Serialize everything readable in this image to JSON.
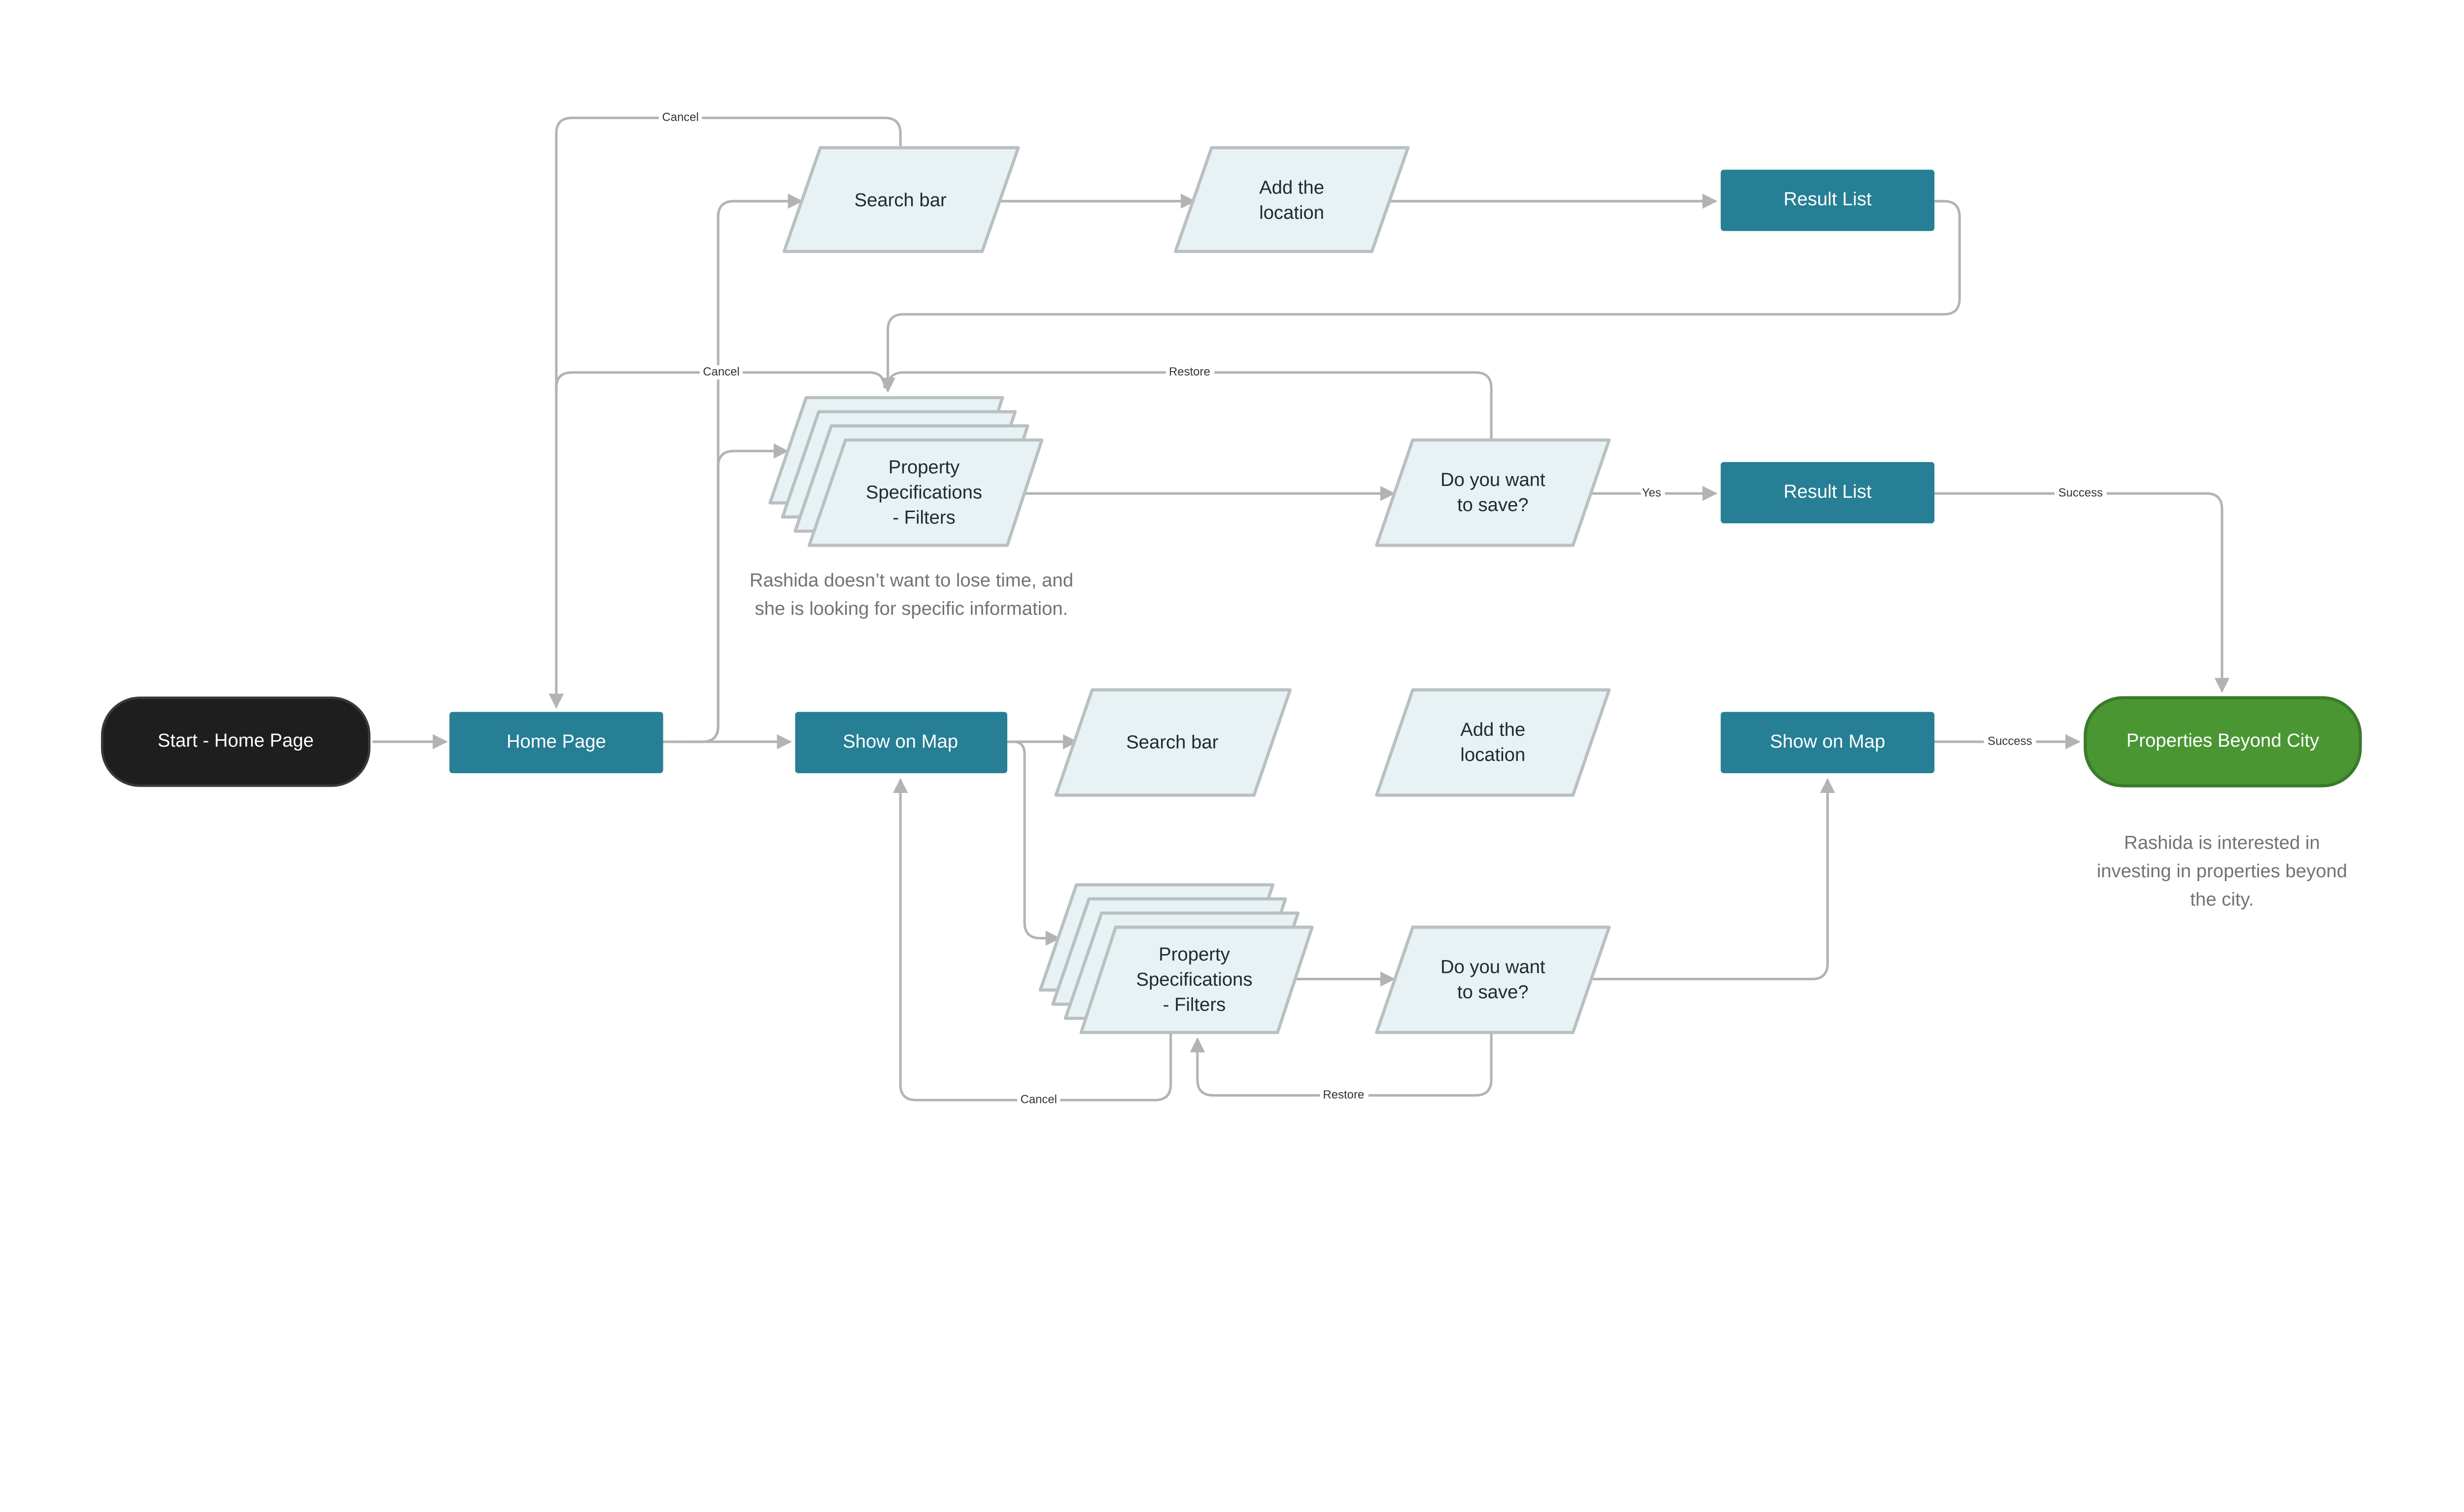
{
  "colors": {
    "start": "#1e1e1e",
    "process": "#267f94",
    "input_fill": "#e8f1f4",
    "input_stroke": "#b9c0c2",
    "end": "#4a9633",
    "end_stroke": "#3a7a2a",
    "connector": "#b3b3b3",
    "note_text": "#737373"
  },
  "nodes": {
    "start": "Start - Home Page",
    "home": "Home Page",
    "search_top": "Search bar",
    "add_location_top": [
      "Add the",
      "location"
    ],
    "result_list_top": "Result List",
    "filters_top": [
      "Property",
      "Specifications",
      "- Filters"
    ],
    "save_top": [
      "Do you want",
      "to save?"
    ],
    "result_list_mid": "Result List",
    "show_map_left": "Show on Map",
    "search_mid": "Search bar",
    "add_location_mid": [
      "Add the",
      "location"
    ],
    "show_map_right": "Show on Map",
    "end": "Properties Beyond City",
    "filters_bottom": [
      "Property",
      "Specifications",
      "- Filters"
    ],
    "save_bottom": [
      "Do you want",
      "to save?"
    ]
  },
  "edge_labels": {
    "cancel_top": "Cancel",
    "cancel_mid": "Cancel",
    "restore_top": "Restore",
    "yes": "Yes",
    "success_top": "Success",
    "success_mid": "Success",
    "cancel_bottom": "Cancel",
    "restore_bottom": "Restore"
  },
  "notes": {
    "filters_note": [
      "Rashida doesn’t want to lose time, and",
      "she is looking for specific information."
    ],
    "end_note": [
      "Rashida is interested in",
      "investing in properties beyond",
      "the city."
    ]
  }
}
